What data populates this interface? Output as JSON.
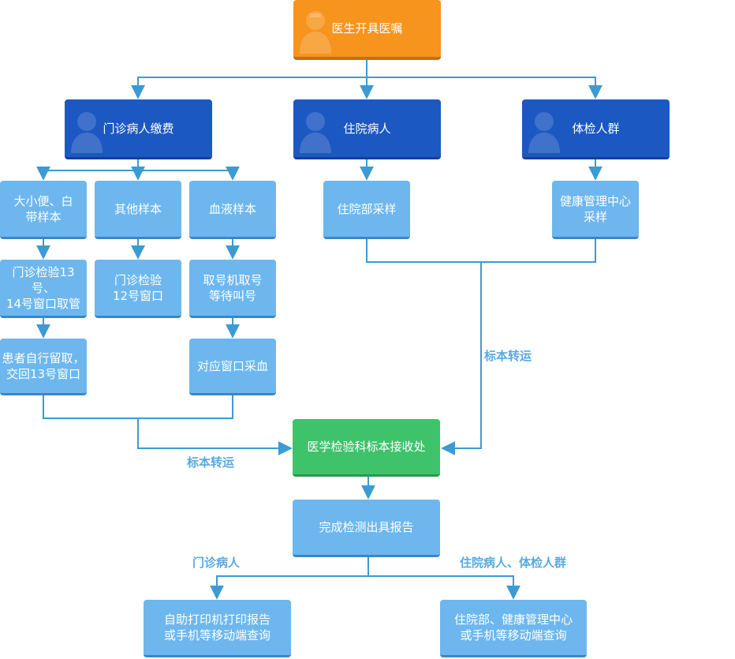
{
  "nodes": {
    "doctor": "医生开具医嘱",
    "outpatient": "门诊病人缴费",
    "inpatient": "住院病人",
    "checkup": "体检人群",
    "urine_stool": "大小便、白\n带样本",
    "other_sample": "其他样本",
    "blood_sample": "血液样本",
    "inpatient_collect": "住院部采样",
    "health_center_collect": "健康管理中心\n采样",
    "window_13_14": "门诊检验13号、\n14号窗口取管",
    "window_12": "门诊检验\n12号窗口",
    "take_number": "取号机取号\n等待叫号",
    "self_collect": "患者自行留取，\n交回13号窗口",
    "blood_draw": "对应窗口采血",
    "lab_reception": "医学检验科标本接收处",
    "report": "完成检测出具报告",
    "self_print": "自助打印机打印报告\n或手机等移动端查询",
    "ward_query": "住院部、健康管理中心\n或手机等移动端查询"
  },
  "flow_labels": {
    "transfer_left": "标本转运",
    "transfer_right": "标本转运",
    "outpatient_branch": "门诊病人",
    "ward_branch": "住院病人、体检人群"
  },
  "colors": {
    "light_box": "#6db7ee",
    "dark_box": "#1c58c2",
    "orange_box": "#f7941d",
    "green_box": "#3ec36a",
    "line": "#3b9bd2",
    "label": "#5aa8e0"
  }
}
